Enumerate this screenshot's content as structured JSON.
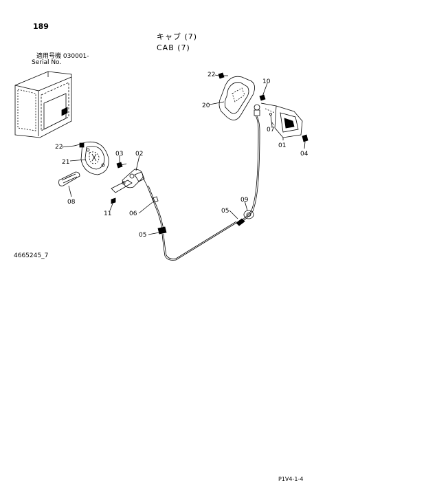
{
  "page_number": "189",
  "title_jp": "キャブ (7)",
  "title_en": "CAB (7)",
  "serial_label_jp": "適用号機",
  "serial_value": "030001-",
  "serial_label_en": "Serial No.",
  "figure_number": "4665245_7",
  "page_ref": "P1V4-1-4",
  "callouts": {
    "c22a": "22",
    "c20": "20",
    "c10": "10",
    "c07": "07",
    "c01": "01",
    "c04": "04",
    "c22b": "22",
    "c21": "21",
    "c03": "03",
    "c02": "02",
    "c08": "08",
    "c11": "11",
    "c06": "06",
    "c05a": "05",
    "c09": "09",
    "c05b": "05"
  }
}
